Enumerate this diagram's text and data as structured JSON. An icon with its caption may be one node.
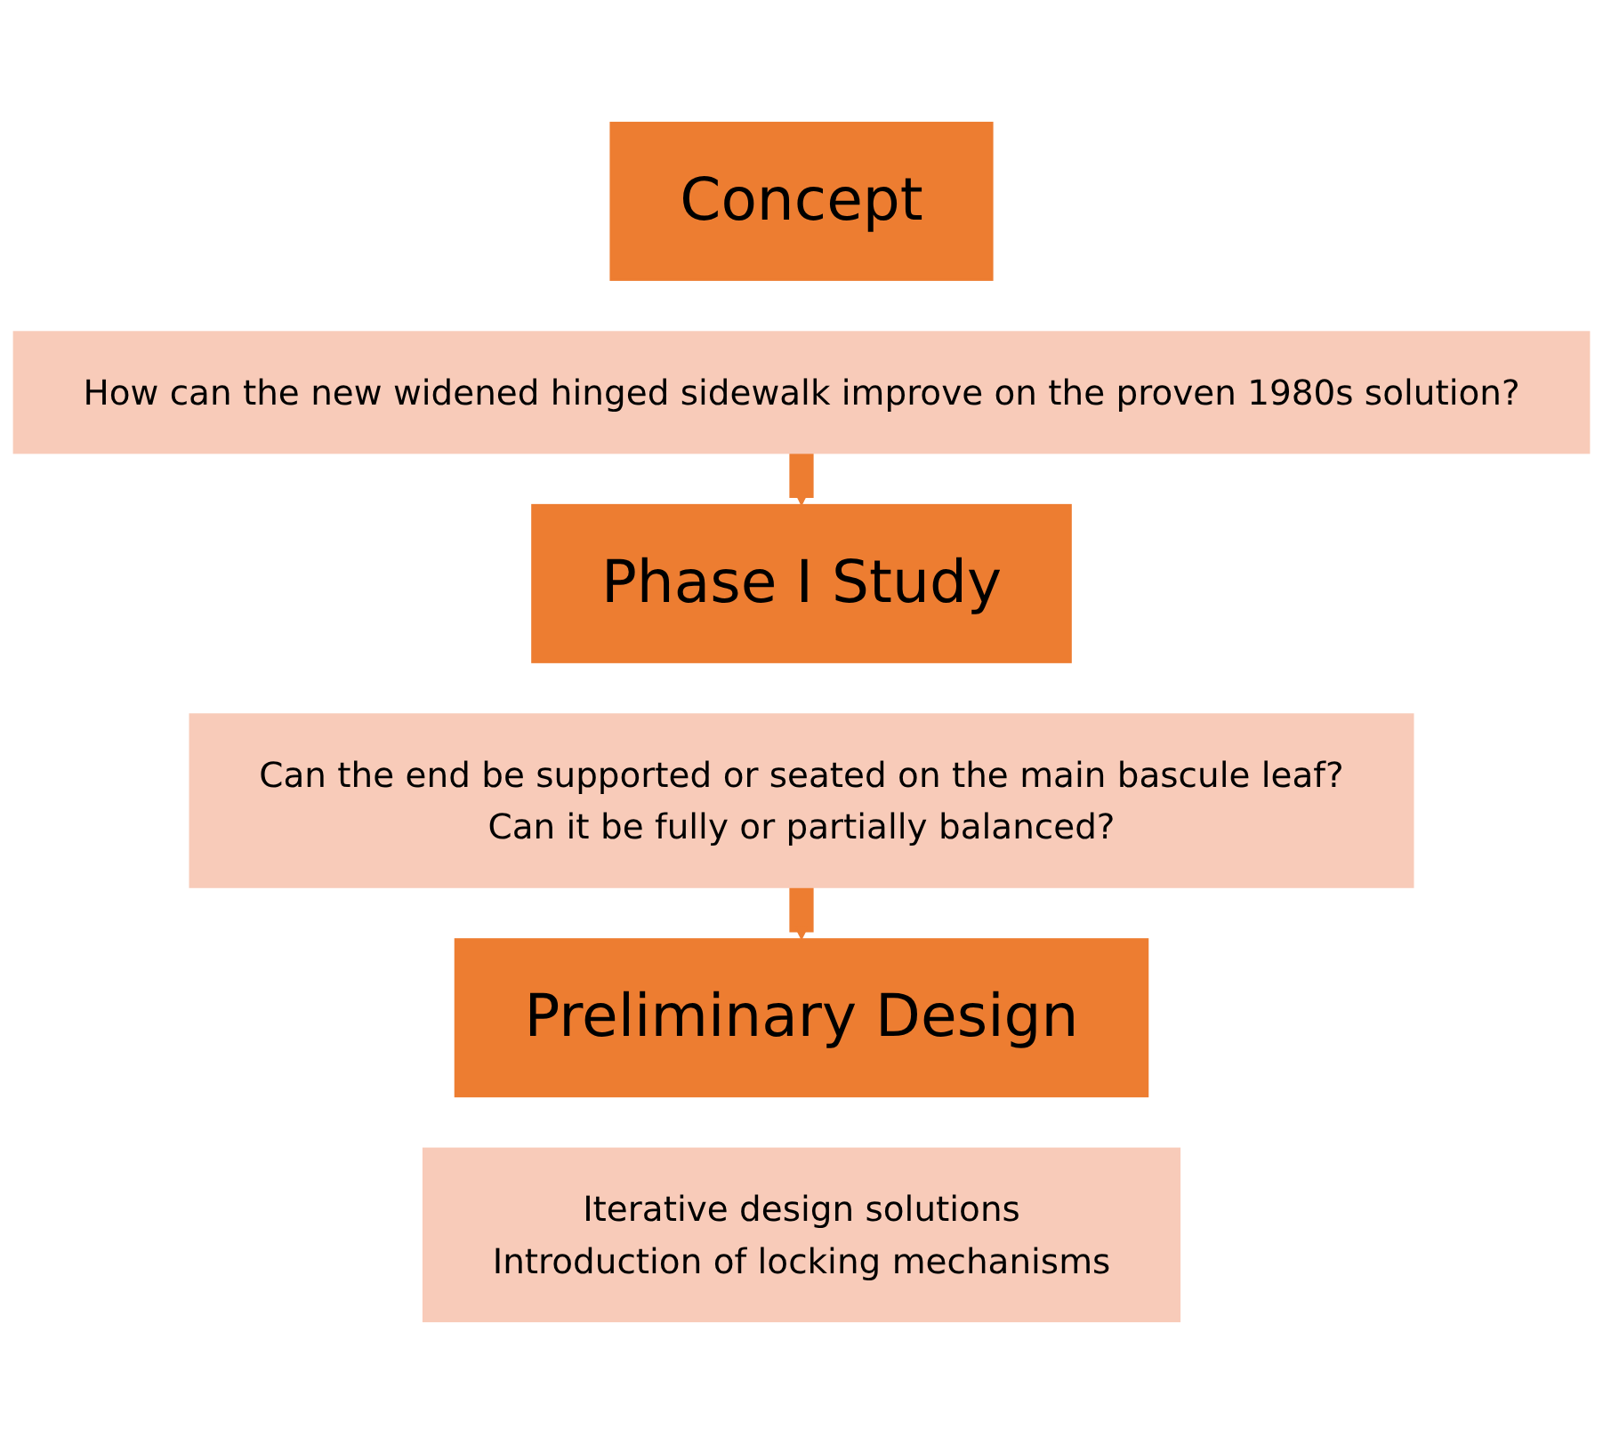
{
  "diagram": {
    "nodes": [
      {
        "text": [
          "Concept"
        ]
      },
      {
        "text": [
          "How can the new widened hinged sidewalk improve on the proven 1980s solution?"
        ]
      },
      {
        "text": [
          "Phase I Study"
        ]
      },
      {
        "text": [
          "Can the end be supported or seated on the main bascule leaf?",
          "Can it be fully or partially balanced?"
        ]
      },
      {
        "text": [
          "Preliminary Design"
        ]
      },
      {
        "text": [
          "Iterative design solutions",
          "Introduction of locking mechanisms"
        ]
      }
    ],
    "edges": [
      {
        "from": 1,
        "to": 2,
        "arrow": "to"
      },
      {
        "from": 3,
        "to": 4,
        "arrow": "to"
      }
    ]
  }
}
